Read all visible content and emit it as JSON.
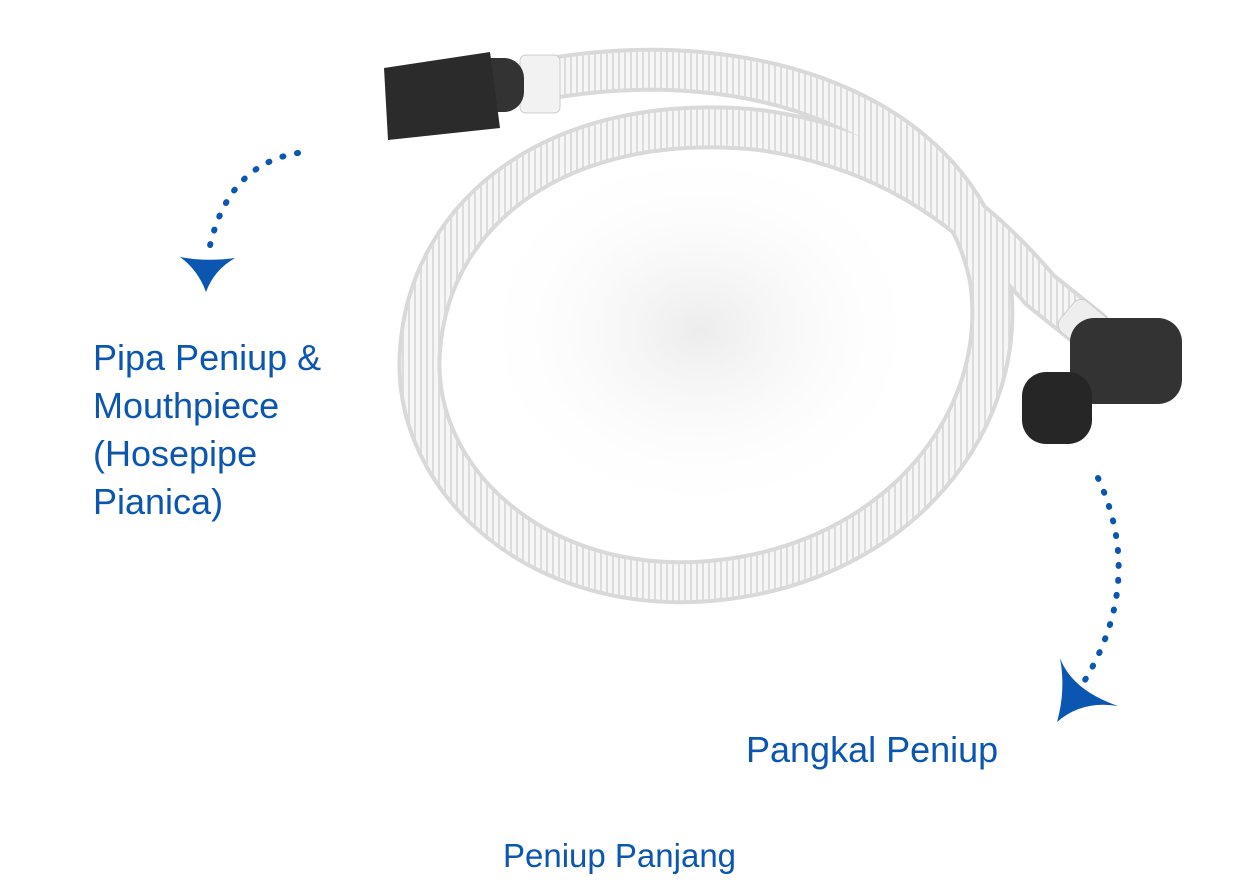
{
  "labels": {
    "mouthpiece_lines": [
      "Pipa Peniup &",
      "Mouthpiece",
      "(Hosepipe",
      "Pianica)"
    ],
    "base": "Pangkal Peniup",
    "caption": "Peniup Panjang"
  },
  "colors": {
    "accent": "#0b56b0",
    "hose": "#f4f4f4",
    "connector": "#2a2a2a"
  }
}
